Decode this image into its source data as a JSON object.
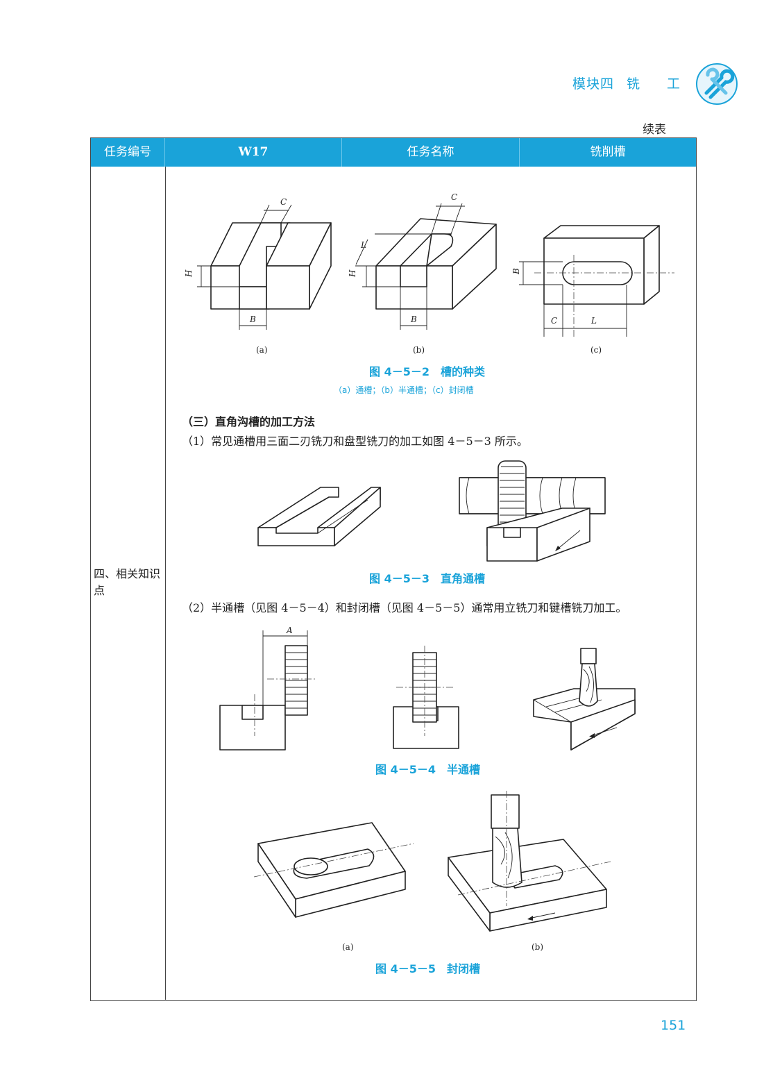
{
  "header": {
    "module": "模块四",
    "title_a": "铣",
    "title_b": "工"
  },
  "continued_label": "续表",
  "table": {
    "headers": [
      "任务编号",
      "W17",
      "任务名称",
      "铣削槽"
    ],
    "row_label": "四、相关知识点"
  },
  "fig_4_5_2": {
    "caption": "图 4－5－2　槽的种类",
    "subcaption": "（a）通槽；（b）半通槽；（c）封闭槽",
    "sublabels": [
      "(a)",
      "(b)",
      "(c)"
    ],
    "dims": {
      "C": "C",
      "H": "H",
      "B": "B",
      "L": "L"
    }
  },
  "section_heading": "（三）直角沟槽的加工方法",
  "para1": "（1）常见通槽用三面二刃铣刀和盘型铣刀的加工如图 4－5－3 所示。",
  "fig_4_5_3": {
    "caption": "图 4－5－3　直角通槽"
  },
  "para2": "（2）半通槽（见图 4－5－4）和封闭槽（见图 4－5－5）通常用立铣刀和键槽铣刀加工。",
  "fig_4_5_4": {
    "caption": "图 4－5－4　半通槽",
    "dim_A": "A"
  },
  "fig_4_5_5": {
    "caption": "图 4－5－5　封闭槽",
    "sublabels": [
      "(a)",
      "(b)"
    ]
  },
  "page_number": "151",
  "colors": {
    "accent": "#1aa3d9"
  },
  "icons": [
    "wrench-icon"
  ]
}
